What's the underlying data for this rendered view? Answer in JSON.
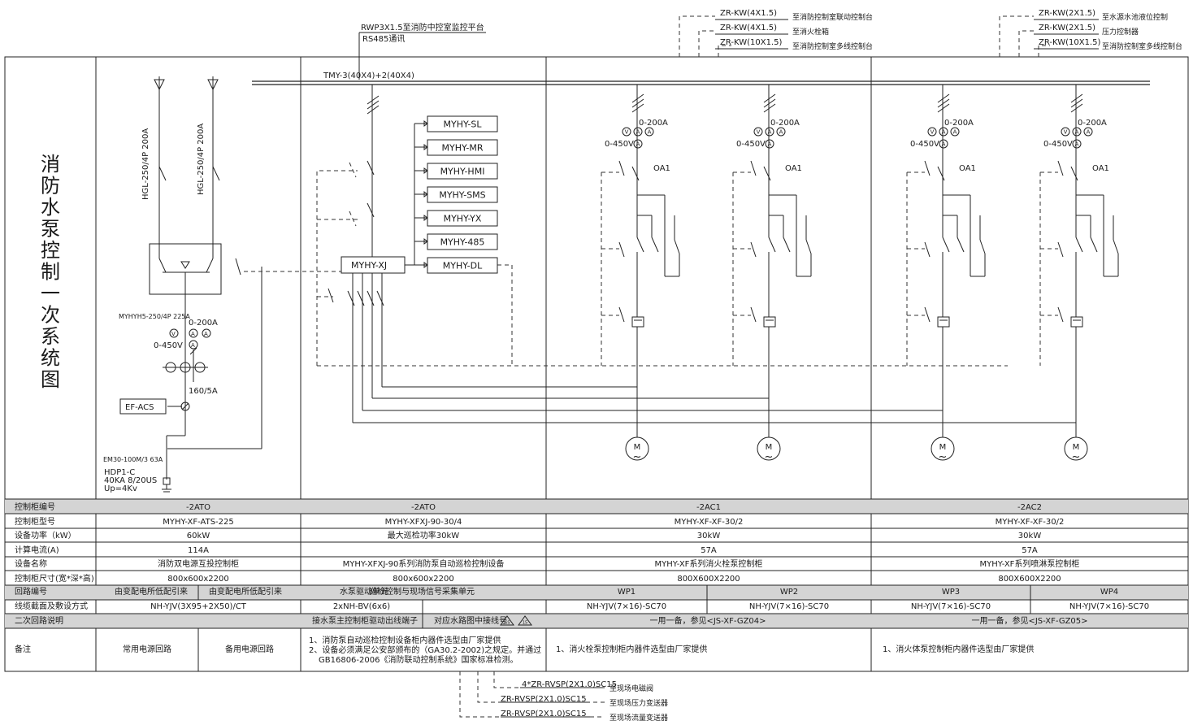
{
  "title_chars": [
    "消",
    "防",
    "水",
    "泵",
    "控",
    "制",
    "一",
    "次",
    "系",
    "统",
    "图"
  ],
  "top": {
    "rwp_cable": "RWP3X1.5至消防中控室监控平台",
    "rs485": "RS485通讯",
    "busbar": "TMY-3(40X4)+2(40X4)",
    "group1": [
      {
        "cable": "ZR-KW(4X1.5)",
        "dest": "至消防控制室联动控制台"
      },
      {
        "cable": "ZR-KW(4X1.5)",
        "dest": "至消火栓箱"
      },
      {
        "cable": "ZR-KW(10X1.5)",
        "dest": "至消防控制室多线控制台"
      }
    ],
    "group2": [
      {
        "cable": "ZR-KW(2X1.5)",
        "dest": "至水源水池液位控制"
      },
      {
        "cable": "ZR-KW(2X1.5)",
        "dest": "压力控制器"
      },
      {
        "cable": "ZR-KW(10X1.5)",
        "dest": "至消防控制室多线控制台"
      }
    ]
  },
  "ats": {
    "hgl1": "HGL-250/4P 200A",
    "hgl2": "HGL-250/4P 200A",
    "switch_label": "MYHYH5-250/4P 225A",
    "ammeter_range": "0-200A",
    "voltmeter_range": "0-450V",
    "ct": "160/5A",
    "efacs": "EF-ACS",
    "em": "EM30-100M/3 63A",
    "spd1": "HDP1-C",
    "spd2": "40KA 8/20US",
    "spd3": "Up=4Kv"
  },
  "xj": {
    "main": "MYHY-XJ",
    "modules": [
      "MYHY-SL",
      "MYHY-MR",
      "MYHY-HMI",
      "MYHY-SMS",
      "MYHY-YX",
      "MYHY-485",
      "MYHY-DL"
    ]
  },
  "pump": {
    "a_range": "0-200A",
    "v_range": "0-450V",
    "oa": "OA1",
    "v_sym": "V",
    "a_sym": "A",
    "m_sym": "M",
    "ac_sym": "~"
  },
  "table": {
    "rows": [
      {
        "label": "控制柜编号",
        "cells": [
          "-2ATO",
          "-2ATO",
          "-2AC1",
          "-2AC2"
        ]
      },
      {
        "label": "控制柜型号",
        "cells": [
          "MYHY-XF-ATS-225",
          "MYHY-XFXJ-90-30/4",
          "MYHY-XF-XF-30/2",
          "MYHY-XF-XF-30/2"
        ]
      },
      {
        "label": "设备功率（kW）",
        "cells": [
          "60kW",
          "最大巡检功率30kW",
          "30kW",
          "30kW"
        ]
      },
      {
        "label": "计算电流(A)",
        "cells": [
          "114A",
          "",
          "57A",
          "57A"
        ]
      },
      {
        "label": "设备名称",
        "cells": [
          "消防双电源互投控制柜",
          "MYHY-XFXJ-90系列消防泵自动巡检控制设备",
          "MYHY-XF系列消火栓泵控制柜",
          "MYHY-XF系列喷淋泵控制柜"
        ]
      },
      {
        "label": "控制柜尺寸(宽*深*高)",
        "cells": [
          "800x600x2200",
          "800x600x2200",
          "800X600X2200",
          "800X600X2200"
        ]
      }
    ],
    "loop_label": "回路编号",
    "loop_ats": [
      "由变配电所低配引来",
      "由变配电所低配引来"
    ],
    "loop_xj": "水泵驱动单元",
    "loop_xj2": "巡检控制与现场信号采集单元",
    "loop_pumps": [
      "WP1",
      "WP2",
      "WP3",
      "WP4"
    ],
    "cable_label": "线缆截面及敷设方式",
    "cable_ats": "NH-YJV(3X95+2X50)/CT",
    "cable_xj": "2xNH-BV(6x6)",
    "cable_pumps": [
      "NH-YJV(7×16)-SC70",
      "NH-YJV(7×16)-SC70",
      "NH-YJV(7×16)-SC70",
      "NH-YJV(7×16)-SC70"
    ],
    "sec_label": "二次回路说明",
    "sec_xj": "接水泵主控制柜驱动出线端子",
    "sec_xj2": "对应水路图中接线号",
    "sec_xj_tri1": "GS",
    "sec_xj_tri2": "15",
    "sec_ac1": "一用一备，参见<JS-XF-GZ04>",
    "sec_ac2": "一用一备，参见<JS-XF-GZ05>",
    "note_label": "备注",
    "note_ats": [
      "常用电源回路",
      "备用电源回路"
    ],
    "note_xj": [
      "1、消防泵自动巡检控制设备柜内器件选型由厂家提供",
      "2、设备必须满足公安部颁布的（GA30.2-2002)之规定。并通过",
      "GB16806-2006《消防联动控制系统》国家标准检测。"
    ],
    "note_ac1": "1、消火栓泵控制柜内器件选型由厂家提供",
    "note_ac2": "1、消火体泵控制柜内器件选型由厂家提供"
  },
  "bottom": [
    {
      "cable": "4*ZR-RVSP(2X1.0)SC15",
      "dest": "至现场电磁阀"
    },
    {
      "cable": "ZR-RVSP(2X1.0)SC15",
      "dest": "至现场压力变送器"
    },
    {
      "cable": "ZR-RVSP(2X1.0)SC15",
      "dest": "至现场流量变送器"
    }
  ]
}
